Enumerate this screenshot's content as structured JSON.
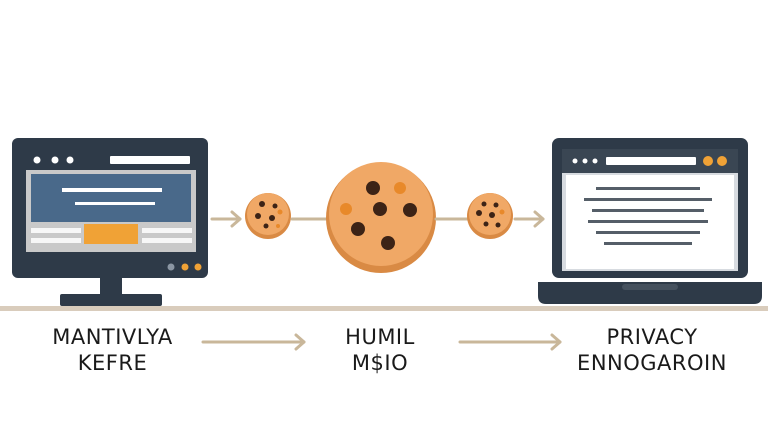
{
  "labels": {
    "left": {
      "line1": "MANTIVLYA",
      "line2": "KEFRE"
    },
    "middle": {
      "line1": "HUMIL",
      "line2": "M$IO"
    },
    "right": {
      "line1": "PRIVACY",
      "line2": "ENNOGAROIN"
    }
  },
  "colors": {
    "device_dark": "#2e3a48",
    "screen_blue": "#49698a",
    "accent_orange": "#f0a236",
    "cookie": "#f0a866",
    "cookie_edge": "#d98a44",
    "chip": "#3c2316",
    "arrow": "#c9b79a",
    "ground": "#d9ccbc"
  },
  "icons": [
    "desktop-monitor-icon",
    "cookie-icon",
    "laptop-icon",
    "arrow-right-icon"
  ]
}
